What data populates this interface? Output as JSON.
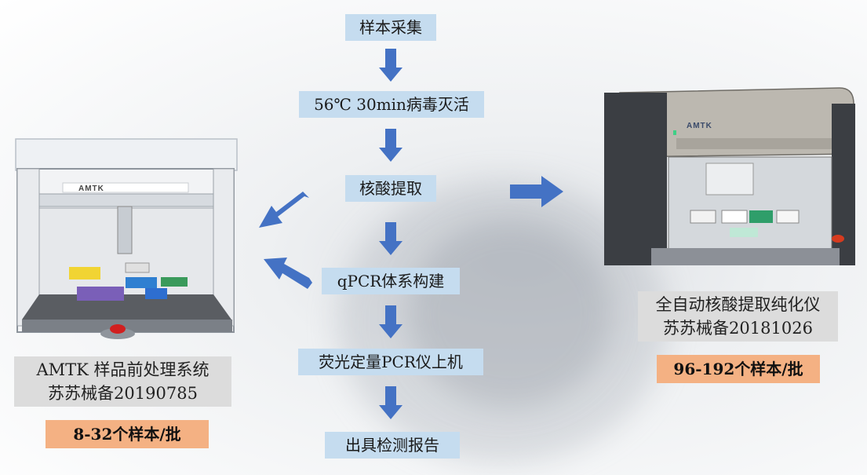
{
  "workflow": {
    "steps": [
      "样本采集",
      "56℃  30min病毒灭活",
      "核酸提取",
      "qPCR体系构建",
      "荧光定量PCR仪上机",
      "出具检测报告"
    ]
  },
  "left_device": {
    "brand": "AMTK",
    "name": "AMTK 样品前处理系统",
    "registration": "苏苏械备20190785",
    "capacity": "8-32个样本/批"
  },
  "right_device": {
    "brand": "AMTK",
    "name": "全自动核酸提取纯化仪",
    "registration": "苏苏械备20181026",
    "capacity": "96-192个样本/批"
  },
  "colors": {
    "step_fill": "#c5dcef",
    "arrow": "#4472c4",
    "label_fill": "#dcdcdc",
    "capacity_fill": "#f4b183"
  }
}
